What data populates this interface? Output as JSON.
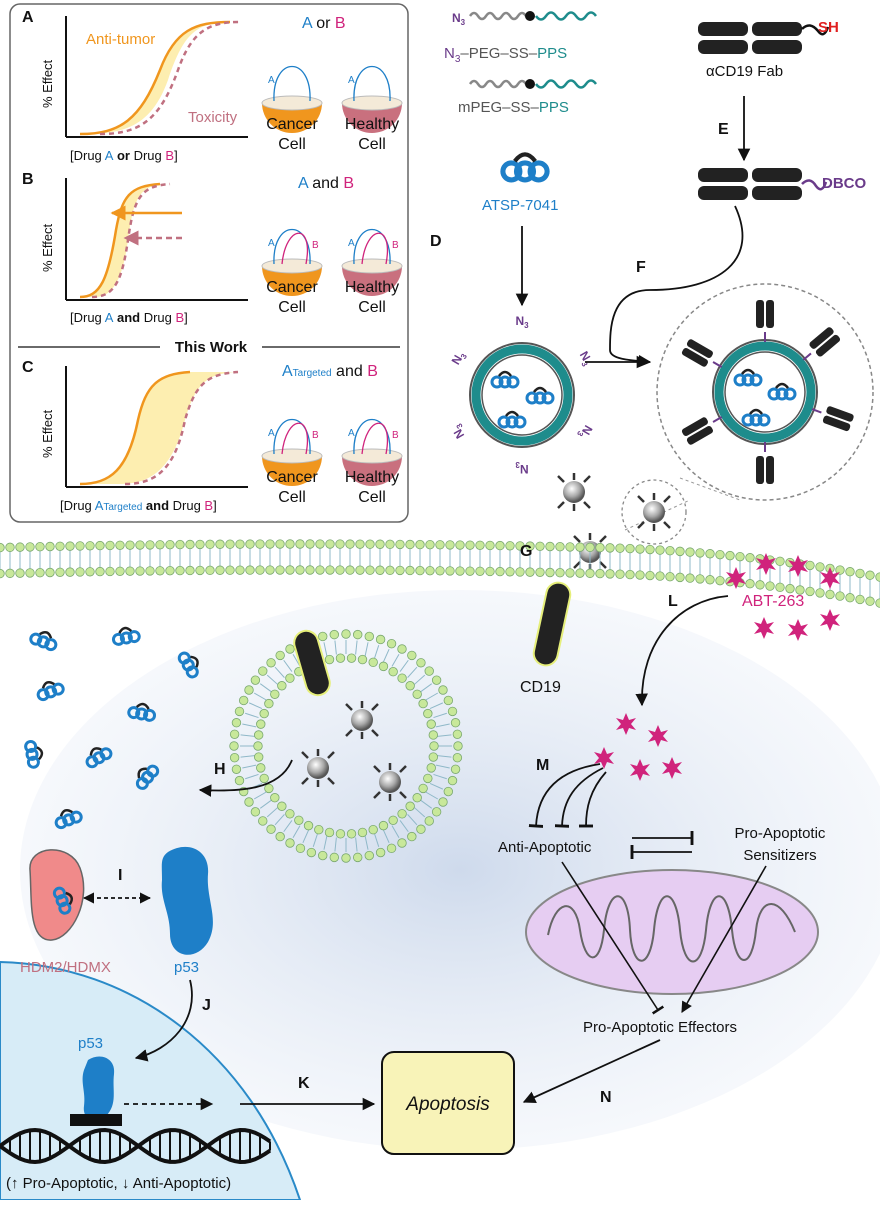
{
  "panels": {
    "A": {
      "letter": "A",
      "curve_label_1": "Anti-tumor",
      "curve_label_2": "Toxicity",
      "y_axis": "% Effect",
      "x_axis": {
        "pre": "[Drug ",
        "a": "A",
        "mid": " or ",
        "mid2": "Drug ",
        "b": "B",
        "post": "]"
      },
      "drugs": {
        "a": "A",
        "or": " or ",
        "b": "B"
      }
    },
    "B": {
      "letter": "B",
      "y_axis": "% Effect",
      "x_axis": {
        "pre": "[Drug ",
        "a": "A",
        "mid": " and ",
        "mid2": "Drug ",
        "b": "B",
        "post": "]"
      },
      "drugs": {
        "a": "A",
        "and": " and ",
        "b": "B"
      }
    },
    "divider_title": "This Work",
    "C": {
      "letter": "C",
      "y_axis": "% Effect",
      "x_axis": {
        "pre": "[Drug ",
        "a": "A",
        "a_sub": "Targeted",
        "mid": " and ",
        "mid2": "Drug ",
        "b": "B",
        "post": "]"
      },
      "drugs": {
        "a": "A",
        "a_sub": "Targeted",
        "and": " and ",
        "b": "B"
      }
    },
    "cancer_cell": [
      "Cancer",
      "Cell"
    ],
    "healthy_cell": [
      "Healthy",
      "Cell"
    ],
    "drug_a": "A",
    "drug_b": "B"
  },
  "chemistry": {
    "n3_label": "N3",
    "polymer1": {
      "p1": "N",
      "p1sub": "3",
      "p2": "–PEG–SS–",
      "p3": "PPS"
    },
    "polymer2": {
      "p1": "mPEG–SS–",
      "p3": "PPS"
    },
    "peptide": "ATSP-7041",
    "fab_label": "αCD19 Fab",
    "sh": "SH",
    "dbco": "DBCO",
    "n3": "N",
    "n3sub": "3"
  },
  "steps": {
    "D": "D",
    "E": "E",
    "F": "F",
    "G": "G",
    "H": "H",
    "I": "I",
    "J": "J",
    "K": "K",
    "L": "L",
    "M": "M",
    "N": "N"
  },
  "cell_scene": {
    "cd19": "CD19",
    "abt": "ABT-263",
    "anti_apoptotic": "Anti-Apoptotic",
    "pro_sensitizers": [
      "Pro-Apoptotic",
      "Sensitizers"
    ],
    "pro_effectors": "Pro-Apoptotic Effectors",
    "apoptosis": "Apoptosis",
    "hdm": "HDM2/HDMX",
    "p53_a": "p53",
    "p53_b": "p53",
    "dna_caption": "(↑ Pro-Apoptotic, ↓ Anti-Apoptotic)"
  },
  "colors": {
    "orange": "#f0961e",
    "toxic": "#c07080",
    "fill": "#fdeeb0",
    "blue": "#1e7fc8",
    "magenta": "#d0237c",
    "purple": "#6a3b8a",
    "teal": "#1e8c8c",
    "membrane": "#c8e89a",
    "mito": "#e6cdf2",
    "apop": "#f8f3b8"
  }
}
